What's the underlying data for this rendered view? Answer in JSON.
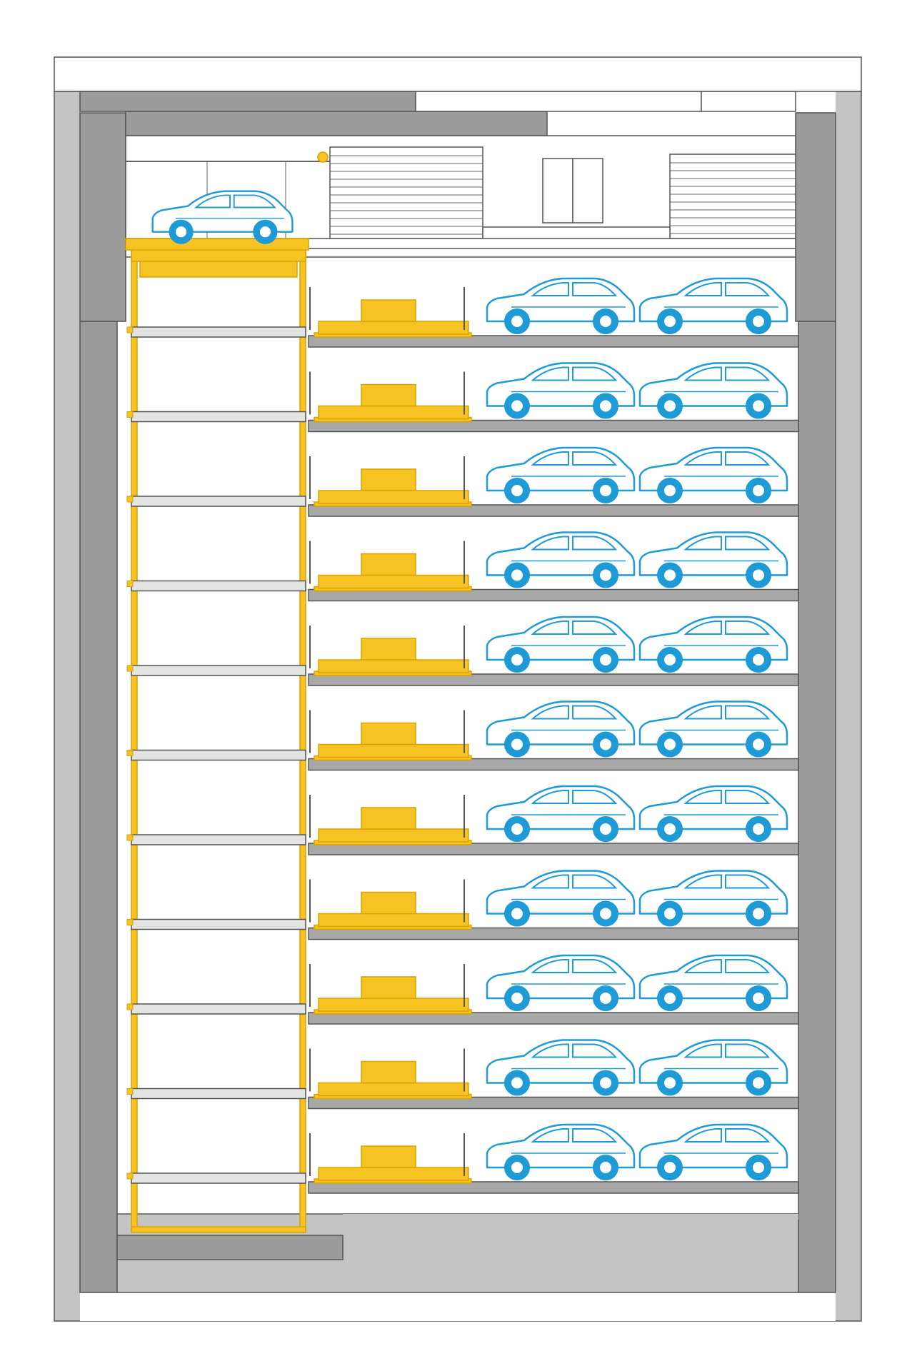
{
  "diagram": {
    "kind": "automated-parking-system-section",
    "storage_levels": 11,
    "cars_per_level": 2,
    "entry_car_count": 1,
    "colors": {
      "wall_dark": "#9b9b9b",
      "wall_light": "#c4c4c4",
      "slab": "#a8a8a8",
      "slab_light": "#e3e3e3",
      "lift_yellow": "#f7c322",
      "lift_yellow_dark": "#d9a300",
      "car_blue": "#1e9ad6",
      "car_fill": "#ffffff",
      "outline": "#555555",
      "building_line": "#666666"
    },
    "icons": [
      "car-icon",
      "lift-platform",
      "transfer-shuttle",
      "elevator-door-icon",
      "garage-door-icon"
    ]
  }
}
